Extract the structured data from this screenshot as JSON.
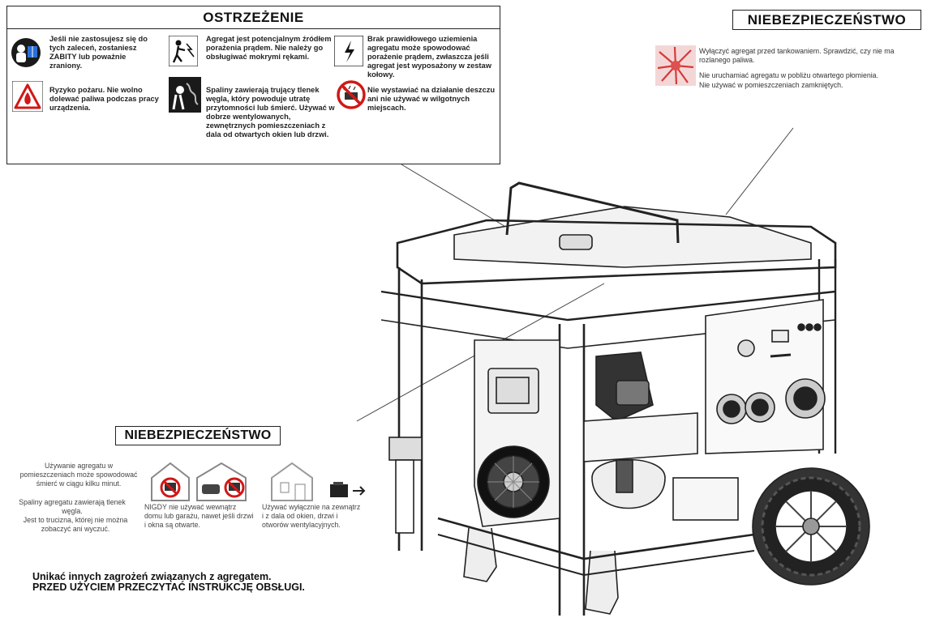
{
  "warning": {
    "title": "OSTRZEŻENIE",
    "items": [
      "Jeśli nie zastosujesz się do tych zaleceń, zostaniesz ZABITY lub poważnie zraniony.",
      "Agregat jest potencjalnym źródłem porażenia prądem. Nie należy go obsługiwać mokrymi rękami.",
      "Brak prawidłowego uziemienia agregatu może spowodować porażenie prądem, zwłaszcza jeśli agregat jest wyposażony w zestaw kołowy.",
      "Ryzyko pożaru. Nie wolno dolewać paliwa podczas pracy urządzenia.",
      "Spaliny zawierają trujący tlenek węgla, który powoduje utratę przytomności lub śmierć. Używać w dobrze wentylowanych, zewnętrznych pomieszczeniach z dala od otwartych okien lub drzwi.",
      "Nie wystawiać na działanie deszczu ani nie używać w wilgotnych miejscach."
    ]
  },
  "danger_top": {
    "title": "NIEBEZPIECZEŃSTWO",
    "lines": [
      "Wyłączyć agregat przed tankowaniem. Sprawdzić, czy nie ma rozlanego paliwa.",
      "Nie uruchamiać agregatu w pobliżu otwartego płomienia.",
      "Nie używać w pomieszczeniach zamkniętych."
    ]
  },
  "danger_bottom": {
    "title": "NIEBEZPIECZEŃSTWO",
    "left_text": [
      "Używanie agregatu w pomieszczeniach może spowodować śmierć w ciągu kilku minut.",
      "Spaliny agregatu zawierają tlenek węgla.",
      "Jest to trucizna, której nie można zobaczyć ani wyczuć."
    ],
    "never_text": "NIGDY nie używać wewnątrz domu lub garażu, nawet jeśli drzwi i okna są otwarte.",
    "outside_text": "Używać wyłącznie na zewnątrz i z dala od okien, drzwi i otworów wentylacyjnych."
  },
  "footer": {
    "line1": "Unikać innych zagrożeń związanych z agregatem.",
    "line2": "PRZED UŻYCIEM PRZECZYTAĆ INSTRUKCJĘ OBSŁUGI."
  }
}
